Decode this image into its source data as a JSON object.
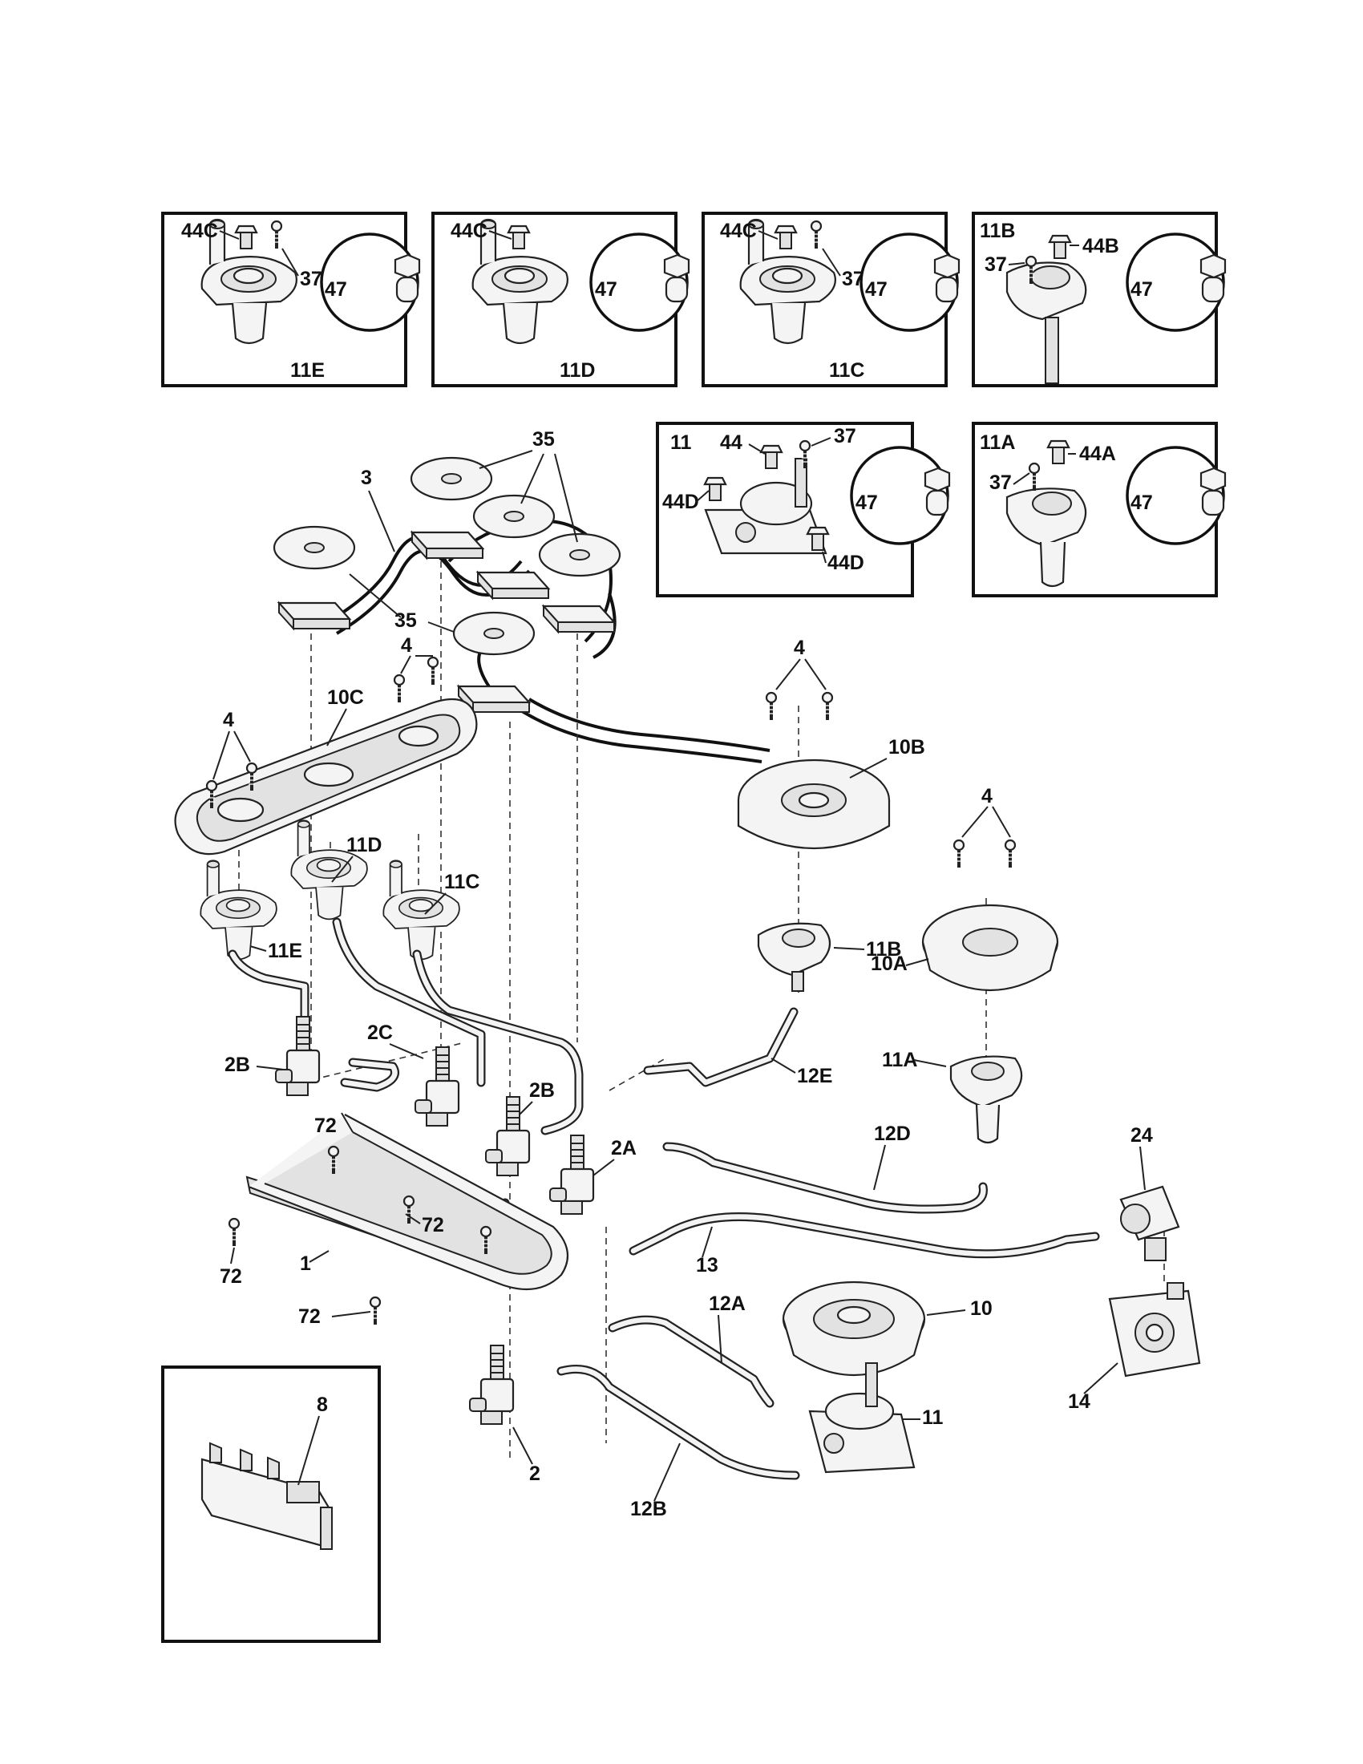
{
  "labels": {
    "l_44C": "44C",
    "l_37": "37",
    "l_47": "47",
    "l_11E": "11E",
    "l_11D": "11D",
    "l_11C": "11C",
    "l_11B": "11B",
    "l_44B": "44B",
    "l_11": "11",
    "l_44": "44",
    "l_44D": "44D",
    "l_11A": "11A",
    "l_44A": "44A",
    "l_3": "3",
    "l_35": "35",
    "l_4": "4",
    "l_10C": "10C",
    "l_10B": "10B",
    "l_10A": "10A",
    "l_2B": "2B",
    "l_2C": "2C",
    "l_2A": "2A",
    "l_12E": "12E",
    "l_12D": "12D",
    "l_24": "24",
    "l_72": "72",
    "l_1": "1",
    "l_13": "13",
    "l_12A": "12A",
    "l_10": "10",
    "l_14": "14",
    "l_8": "8",
    "l_2": "2",
    "l_12B": "12B"
  }
}
